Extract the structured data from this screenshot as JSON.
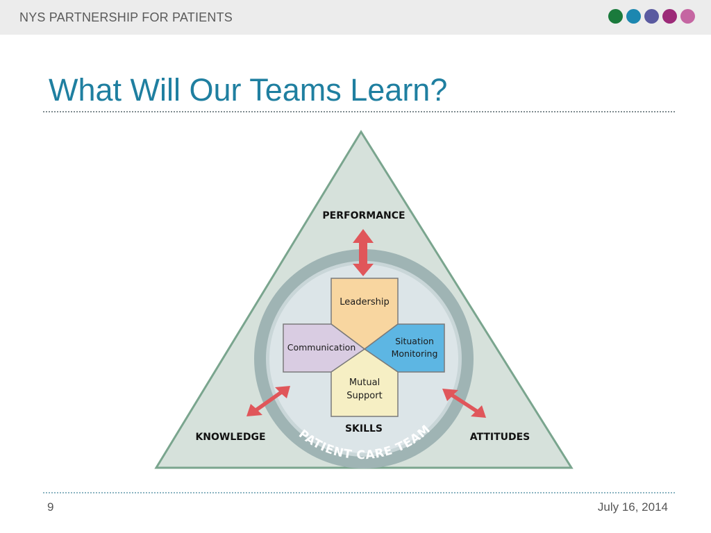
{
  "header": {
    "title": "NYS PARTNERSHIP FOR PATIENTS",
    "dots": [
      {
        "color": "#1a7a3c"
      },
      {
        "color": "#1c87b0"
      },
      {
        "color": "#5a5aa0"
      },
      {
        "color": "#9c2a78"
      },
      {
        "color": "#c566a2"
      }
    ]
  },
  "slide": {
    "title": "What Will Our Teams Learn?"
  },
  "diagram": {
    "performance": "PERFORMANCE",
    "knowledge": "KNOWLEDGE",
    "attitudes": "ATTITUDES",
    "skills": "SKILLS",
    "ring_label": "PATIENT CARE TEAM",
    "leadership": "Leadership",
    "communication": "Communication",
    "situation_monitoring_line1": "Situation",
    "situation_monitoring_line2": "Monitoring",
    "mutual_support_line1": "Mutual",
    "mutual_support_line2": "Support",
    "colors": {
      "triangle_fill": "#d6e1db",
      "triangle_stroke": "#7aa58e",
      "ring": "#9fb4b4",
      "inner_circle": "#dce5e8",
      "leadership": "#f8d6a0",
      "communication": "#d9cce2",
      "situation_monitoring": "#5db6e3",
      "mutual_support": "#f6efc4",
      "arrows": "#e0565a"
    }
  },
  "footer": {
    "page_number": "9",
    "date": "July 16, 2014"
  }
}
